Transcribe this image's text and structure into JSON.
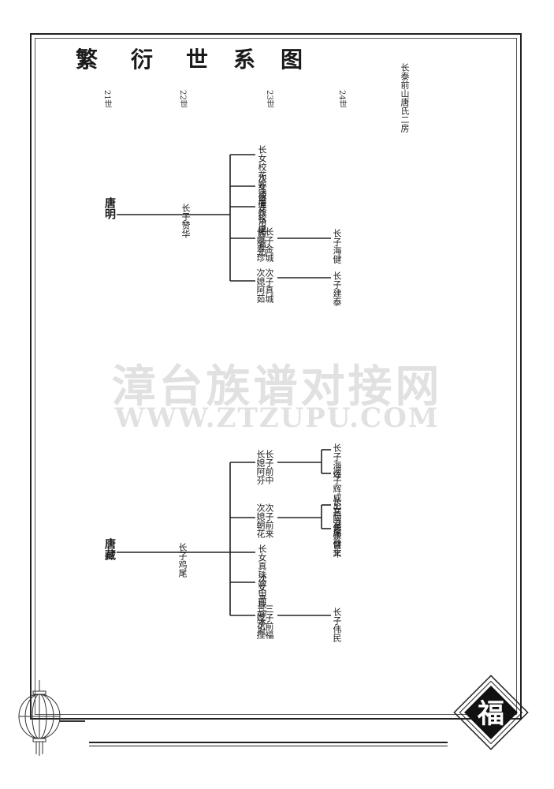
{
  "title": [
    "繁",
    "衍",
    "世",
    "系",
    "图"
  ],
  "subtitle": "长泰前山唐氏二房",
  "generations": [
    "21世",
    "22世",
    "23世",
    "24世"
  ],
  "watermark": {
    "cn": "漳台族谱对接网",
    "en": "WWW.ZTZUPU.COM"
  },
  "tree1": {
    "ancestor": "唐明",
    "son": "长子赞华",
    "children": [
      "长女校花嫁潘厝",
      "次女校莲嫁角尾",
      "三女校玉嫁岩边",
      "长子金城\n长媳翠珍",
      "次子真城\n次媳阿茹"
    ],
    "grandchildren": [
      "长子海健",
      "长子建泰"
    ]
  },
  "tree2": {
    "ancestor": "唐藏",
    "son": "长子鸡尾",
    "children": [
      "长子前中\n长媳阿芬",
      "次子前来\n次媳朝花",
      "长女真珠嫁山前",
      "次女玉珠嫁本社",
      "三子前福\n三媳花挂"
    ],
    "grandchildren": [
      "长子海煌",
      "次子辉成出祖港尾",
      "长女阿美嫁督年",
      "长子健文",
      "长子伟民"
    ]
  },
  "ornament": {
    "emblem_char": "福"
  }
}
